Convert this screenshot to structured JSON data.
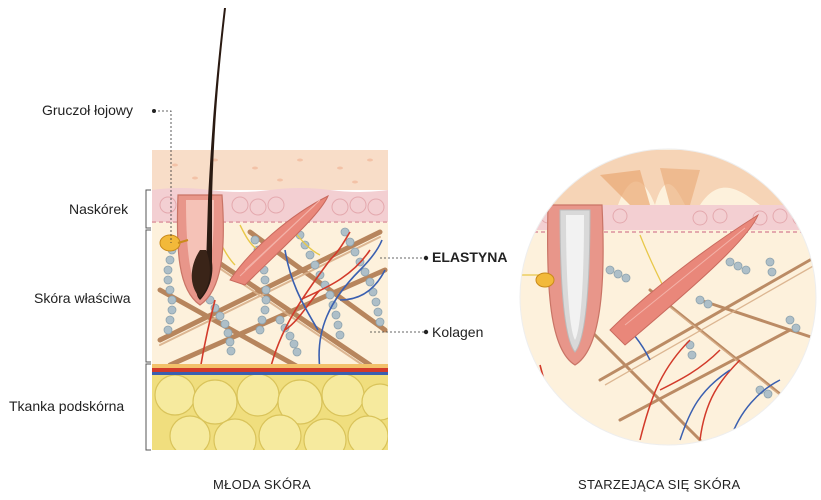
{
  "labels": {
    "sebaceous_gland": "Gruczoł łojowy",
    "epidermis": "Naskórek",
    "dermis": "Skóra właściwa",
    "hypodermis": "Tkanka podskórna",
    "elastin": "ELASTYNA",
    "collagen": "Kolagen"
  },
  "captions": {
    "young_skin": "MŁODA SKÓRA",
    "aging_skin": "STARZEJĄCA SIĘ SKÓRA"
  },
  "colors": {
    "epidermis_top": "#f7dcc6",
    "epidermis_cells": "#f3cfd2",
    "dermis_bg": "#fdf1dc",
    "fat": "#f2e48c",
    "hair": "#2a1a12",
    "follicle": "#e8968a",
    "collagen": "#b07a50",
    "elastin": "#aebfc8",
    "artery": "#d23a2a",
    "vein": "#3a5fb0",
    "nerve": "#e8c84a"
  }
}
